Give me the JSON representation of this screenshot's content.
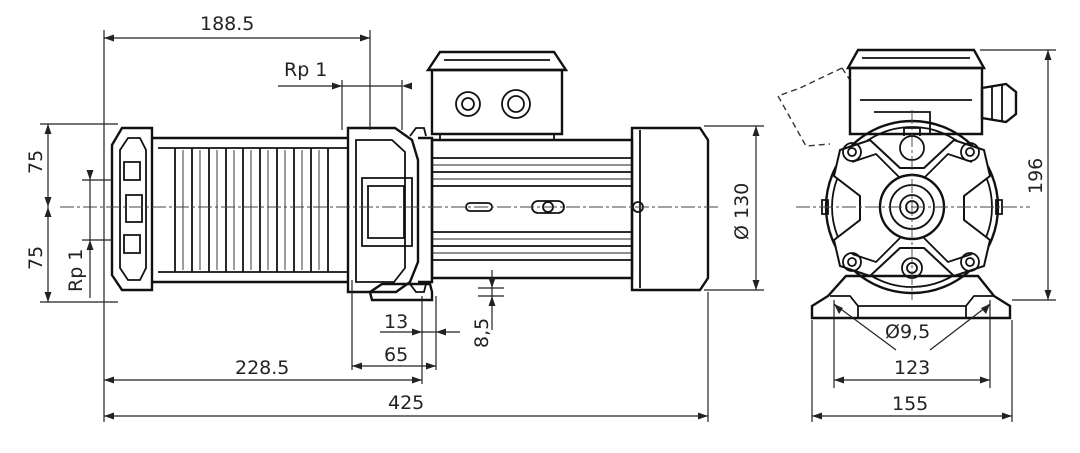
{
  "front_view": {
    "dim_188_5": "188.5",
    "dim_rp1_top": "Rp 1",
    "dim_75_upper": "75",
    "dim_75_lower": "75",
    "dim_rp1_side": "Rp 1",
    "dim_13": "13",
    "dim_8_5": "8,5",
    "dim_65": "65",
    "dim_228_5": "228.5",
    "dim_425": "425",
    "dim_130": "Ø 130"
  },
  "side_view": {
    "dim_196": "196",
    "dim_9_5": "Ø9,5",
    "dim_123": "123",
    "dim_155": "155"
  }
}
